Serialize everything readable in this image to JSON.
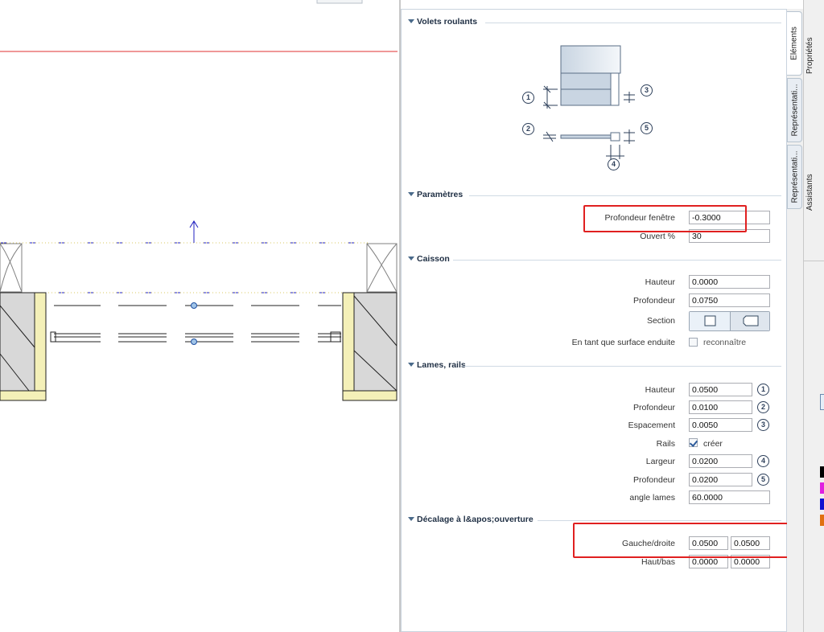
{
  "sections": {
    "volets": {
      "title": "Volets roulants"
    },
    "parametres": {
      "title": "Paramètres",
      "profondeur_fenetre": {
        "label": "Profondeur fenêtre",
        "value": "-0.3000"
      },
      "ouvert": {
        "label": "Ouvert %",
        "value": "30"
      }
    },
    "caisson": {
      "title": "Caisson",
      "hauteur": {
        "label": "Hauteur",
        "value": "0.0000"
      },
      "profondeur": {
        "label": "Profondeur",
        "value": "0.0750"
      },
      "section": {
        "label": "Section"
      },
      "surface": {
        "label": "En tant que surface enduite",
        "checkbox_label": "reconnaître",
        "checked": false
      }
    },
    "lames": {
      "title": "Lames, rails",
      "hauteur": {
        "label": "Hauteur",
        "value": "0.0500",
        "marker": "1"
      },
      "profondeur": {
        "label": "Profondeur",
        "value": "0.0100",
        "marker": "2"
      },
      "espacement": {
        "label": "Espacement",
        "value": "0.0050",
        "marker": "3"
      },
      "rails": {
        "label": "Rails",
        "checkbox_label": "créer",
        "checked": true
      },
      "largeur": {
        "label": "Largeur",
        "value": "0.0200",
        "marker": "4"
      },
      "profondeur2": {
        "label": "Profondeur",
        "value": "0.0200",
        "marker": "5"
      },
      "angle": {
        "label": "angle lames",
        "value": "60.0000"
      }
    },
    "decalage": {
      "title": "Décalage à l&apos;ouverture",
      "gauche_droite": {
        "label": "Gauche/droite",
        "value1": "0.0500",
        "value2": "0.0500"
      },
      "haut_bas": {
        "label": "Haut/bas",
        "value1": "0.0000",
        "value2": "0.0000"
      }
    }
  },
  "diagram_markers": [
    "1",
    "2",
    "3",
    "4",
    "5"
  ],
  "tabs": {
    "elements": "Eléments",
    "representation1": "Représentati...",
    "representation2": "Représentati..."
  },
  "right_palettes": {
    "proprietes": "Propriétés",
    "assistants": "Assistants"
  },
  "colors": {
    "highlight": "#e02020",
    "header_text": "#1f2f44",
    "wall_hatch": "#d8d8d8",
    "insulation": "#f4f0b8",
    "axis": "#2020c0",
    "top_line": "#e03030"
  },
  "swatches": [
    "#000000",
    "#e020e0",
    "#1010d0",
    "#e07010"
  ]
}
